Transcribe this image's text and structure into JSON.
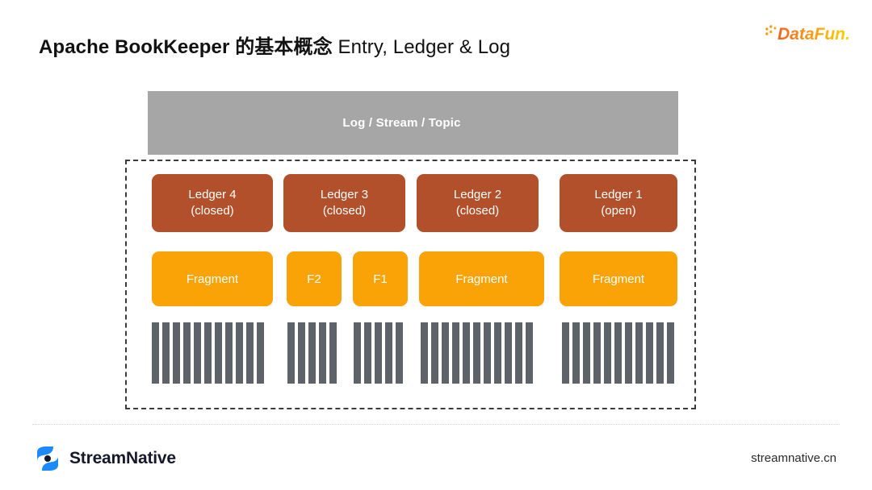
{
  "header": {
    "title_bold": "Apache BookKeeper 的基本概念",
    "title_regular": " Entry, Ledger & Log",
    "brand_logo": "datafun-logo",
    "brand_name": "DataFun."
  },
  "diagram": {
    "log_bar_label": "Log / Stream / Topic",
    "colors": {
      "log_bar": "#a6a6a6",
      "ledger": "#b1502a",
      "fragment": "#faa307",
      "entry_bar": "#5e636a",
      "dashed_border": "#3b3b3b"
    },
    "ledgers": [
      {
        "name": "Ledger 4",
        "state": "(closed)"
      },
      {
        "name": "Ledger 3",
        "state": "(closed)"
      },
      {
        "name": "Ledger 2",
        "state": "(closed)"
      },
      {
        "name": "Ledger 1",
        "state": "(open)"
      }
    ],
    "fragments": [
      {
        "label": "Fragment",
        "entries": 11
      },
      {
        "label": "F2",
        "entries": 5
      },
      {
        "label": "F1",
        "entries": 5
      },
      {
        "label": "Fragment",
        "entries": 11
      },
      {
        "label": "Fragment",
        "entries": 11
      }
    ]
  },
  "footer": {
    "company": "StreamNative",
    "website": "streamnative.cn"
  }
}
